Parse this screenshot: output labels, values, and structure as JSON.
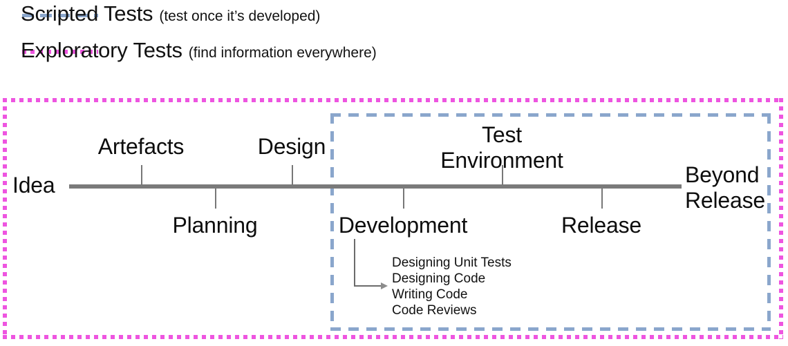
{
  "legend": {
    "items": [
      {
        "key": "scripted",
        "title": "Scripted Tests",
        "note": "(test once it’s developed)",
        "line_style": "dashed",
        "color": "#8aa6cc",
        "swatch_icon": "dashed-line-icon"
      },
      {
        "key": "exploratory",
        "title": "Exploratory Tests",
        "note": "(find information everywhere)",
        "line_style": "dotted",
        "color": "#ee55e0",
        "swatch_icon": "dotted-line-icon"
      }
    ]
  },
  "diagram": {
    "exploratory_region": {
      "label": "Exploratory Tests region",
      "border_style": "dotted",
      "color": "#ee55e0"
    },
    "scripted_region": {
      "label": "Scripted Tests region",
      "border_style": "dashed",
      "color": "#8aa6cc"
    },
    "axis": {
      "color": "#7a7a7a",
      "start_label": "Idea",
      "end_label": "Beyond\nRelease"
    },
    "stages": [
      {
        "name": "Idea",
        "label": "Idea",
        "position": "start",
        "tick": false
      },
      {
        "name": "Artefacts",
        "label": "Artefacts",
        "position": "above",
        "tick": true
      },
      {
        "name": "Planning",
        "label": "Planning",
        "position": "below",
        "tick": true
      },
      {
        "name": "Design",
        "label": "Design",
        "position": "above",
        "tick": true
      },
      {
        "name": "Development",
        "label": "Development",
        "position": "below",
        "tick": true
      },
      {
        "name": "Test Environment",
        "label": "Test\nEnvironment",
        "position": "above",
        "tick": true
      },
      {
        "name": "Release",
        "label": "Release",
        "position": "below",
        "tick": true
      },
      {
        "name": "Beyond Release",
        "label": "Beyond\nRelease",
        "position": "end",
        "tick": false
      }
    ],
    "stage_labels": {
      "idea": "Idea",
      "artefacts": "Artefacts",
      "planning": "Planning",
      "design": "Design",
      "development": "Development",
      "test_environment_line1": "Test",
      "test_environment_line2": "Environment",
      "release": "Release",
      "beyond_release_line1": "Beyond",
      "beyond_release_line2": "Release"
    },
    "development_activities": {
      "connector_icon": "elbow-arrow-icon",
      "items": [
        "Designing Unit Tests",
        "Designing Code",
        "Writing Code",
        "Code Reviews"
      ]
    }
  }
}
